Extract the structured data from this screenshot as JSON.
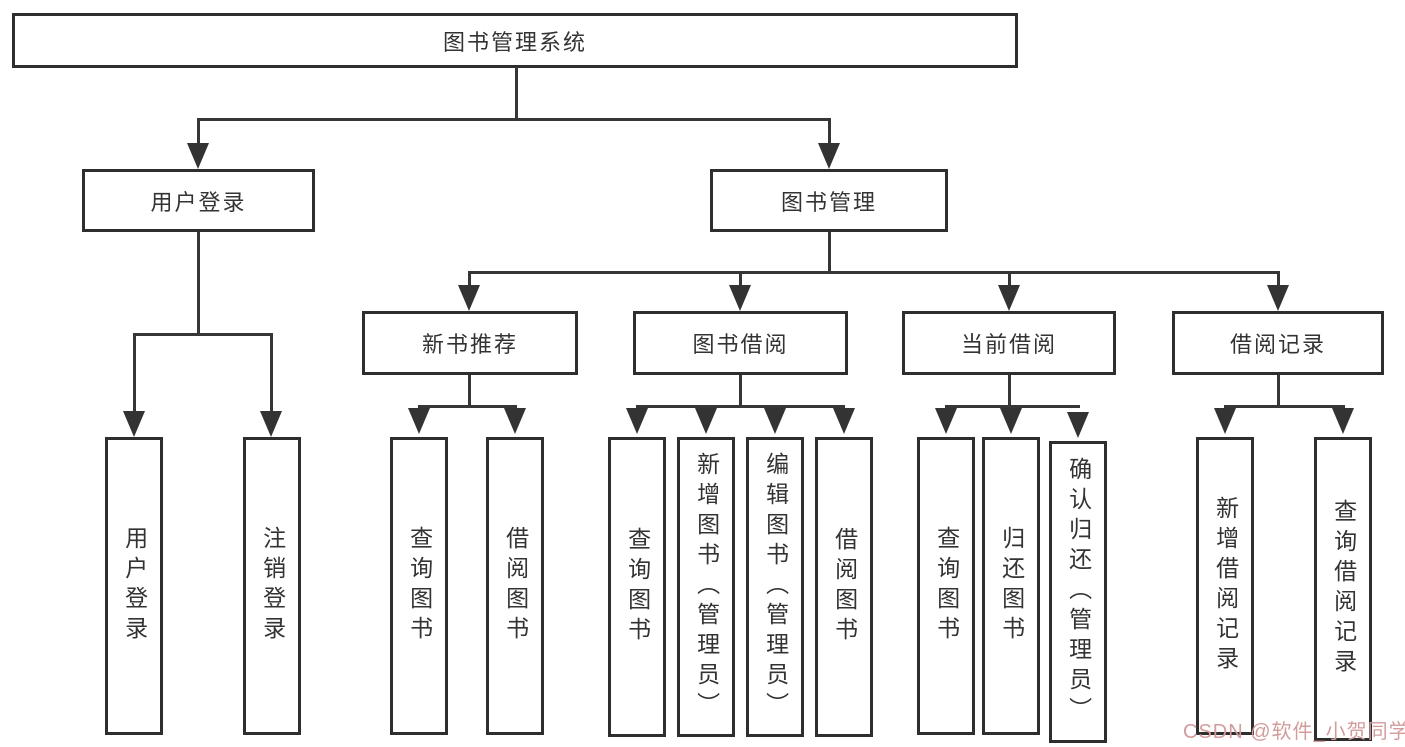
{
  "diagram": {
    "title_node": {
      "label": "图书管理系统"
    },
    "level2": {
      "user_login": {
        "label": "用户登录"
      },
      "book_mgmt": {
        "label": "图书管理"
      }
    },
    "level3": {
      "new_book": {
        "label": "新书推荐"
      },
      "borrow": {
        "label": "图书借阅"
      },
      "current": {
        "label": "当前借阅"
      },
      "record": {
        "label": "借阅记录"
      }
    },
    "leaves": {
      "user_login_1": {
        "label": "用户登录"
      },
      "user_login_2": {
        "label": "注销登录"
      },
      "new_book_1": {
        "label": "查询图书"
      },
      "new_book_2": {
        "label": "借阅图书"
      },
      "borrow_1": {
        "label": "查询图书"
      },
      "borrow_2": {
        "label": "新增图书（管理员）"
      },
      "borrow_3": {
        "label": "编辑图书（管理员）"
      },
      "borrow_4": {
        "label": "借阅图书"
      },
      "current_1": {
        "label": "查询图书"
      },
      "current_2": {
        "label": "归还图书"
      },
      "current_3": {
        "label": "确认归还（管理员）"
      },
      "record_1": {
        "label": "新增借阅记录"
      },
      "record_2": {
        "label": "查询借阅记录"
      }
    }
  },
  "watermark": {
    "text": "CSDN @软件_小贺同学"
  },
  "colors": {
    "line": "#363636",
    "border": "#2e2e2e",
    "text": "#333333",
    "watermark": "#d29c9c",
    "background": "#ffffff"
  }
}
